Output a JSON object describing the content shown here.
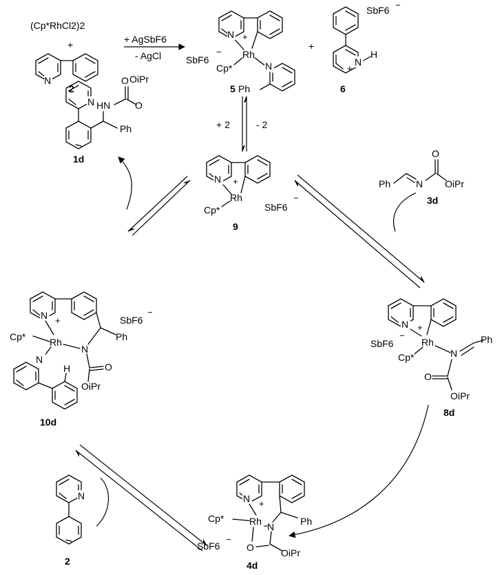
{
  "title": "",
  "top": {
    "precursor": "(Cp*RhCl2)2",
    "plus": "+",
    "reagent": "+ AgSbF6",
    "byproduct": "- AgCl",
    "plus2": "+"
  },
  "labels": {
    "rh": "Rh",
    "n": "N",
    "nh": "N",
    "h": "H",
    "hn": "HN",
    "o": "O",
    "oipr": "OiPr",
    "ph": "Ph",
    "cp": "Cp*",
    "sbf6": "SbF6",
    "minus": "−",
    "plus": "+",
    "plus_two": "+ 2",
    "minus_two": "- 2"
  },
  "compounds": [
    {
      "id": "2",
      "label": "2"
    },
    {
      "id": "5",
      "label": "5"
    },
    {
      "id": "6",
      "label": "6"
    },
    {
      "id": "1d",
      "label": "1d"
    },
    {
      "id": "9",
      "label": "9"
    },
    {
      "id": "3d",
      "label": "3d"
    },
    {
      "id": "10d",
      "label": "10d"
    },
    {
      "id": "8d",
      "label": "8d"
    },
    {
      "id": "4d",
      "label": "4d"
    },
    {
      "id": "2b",
      "label": "2"
    }
  ]
}
